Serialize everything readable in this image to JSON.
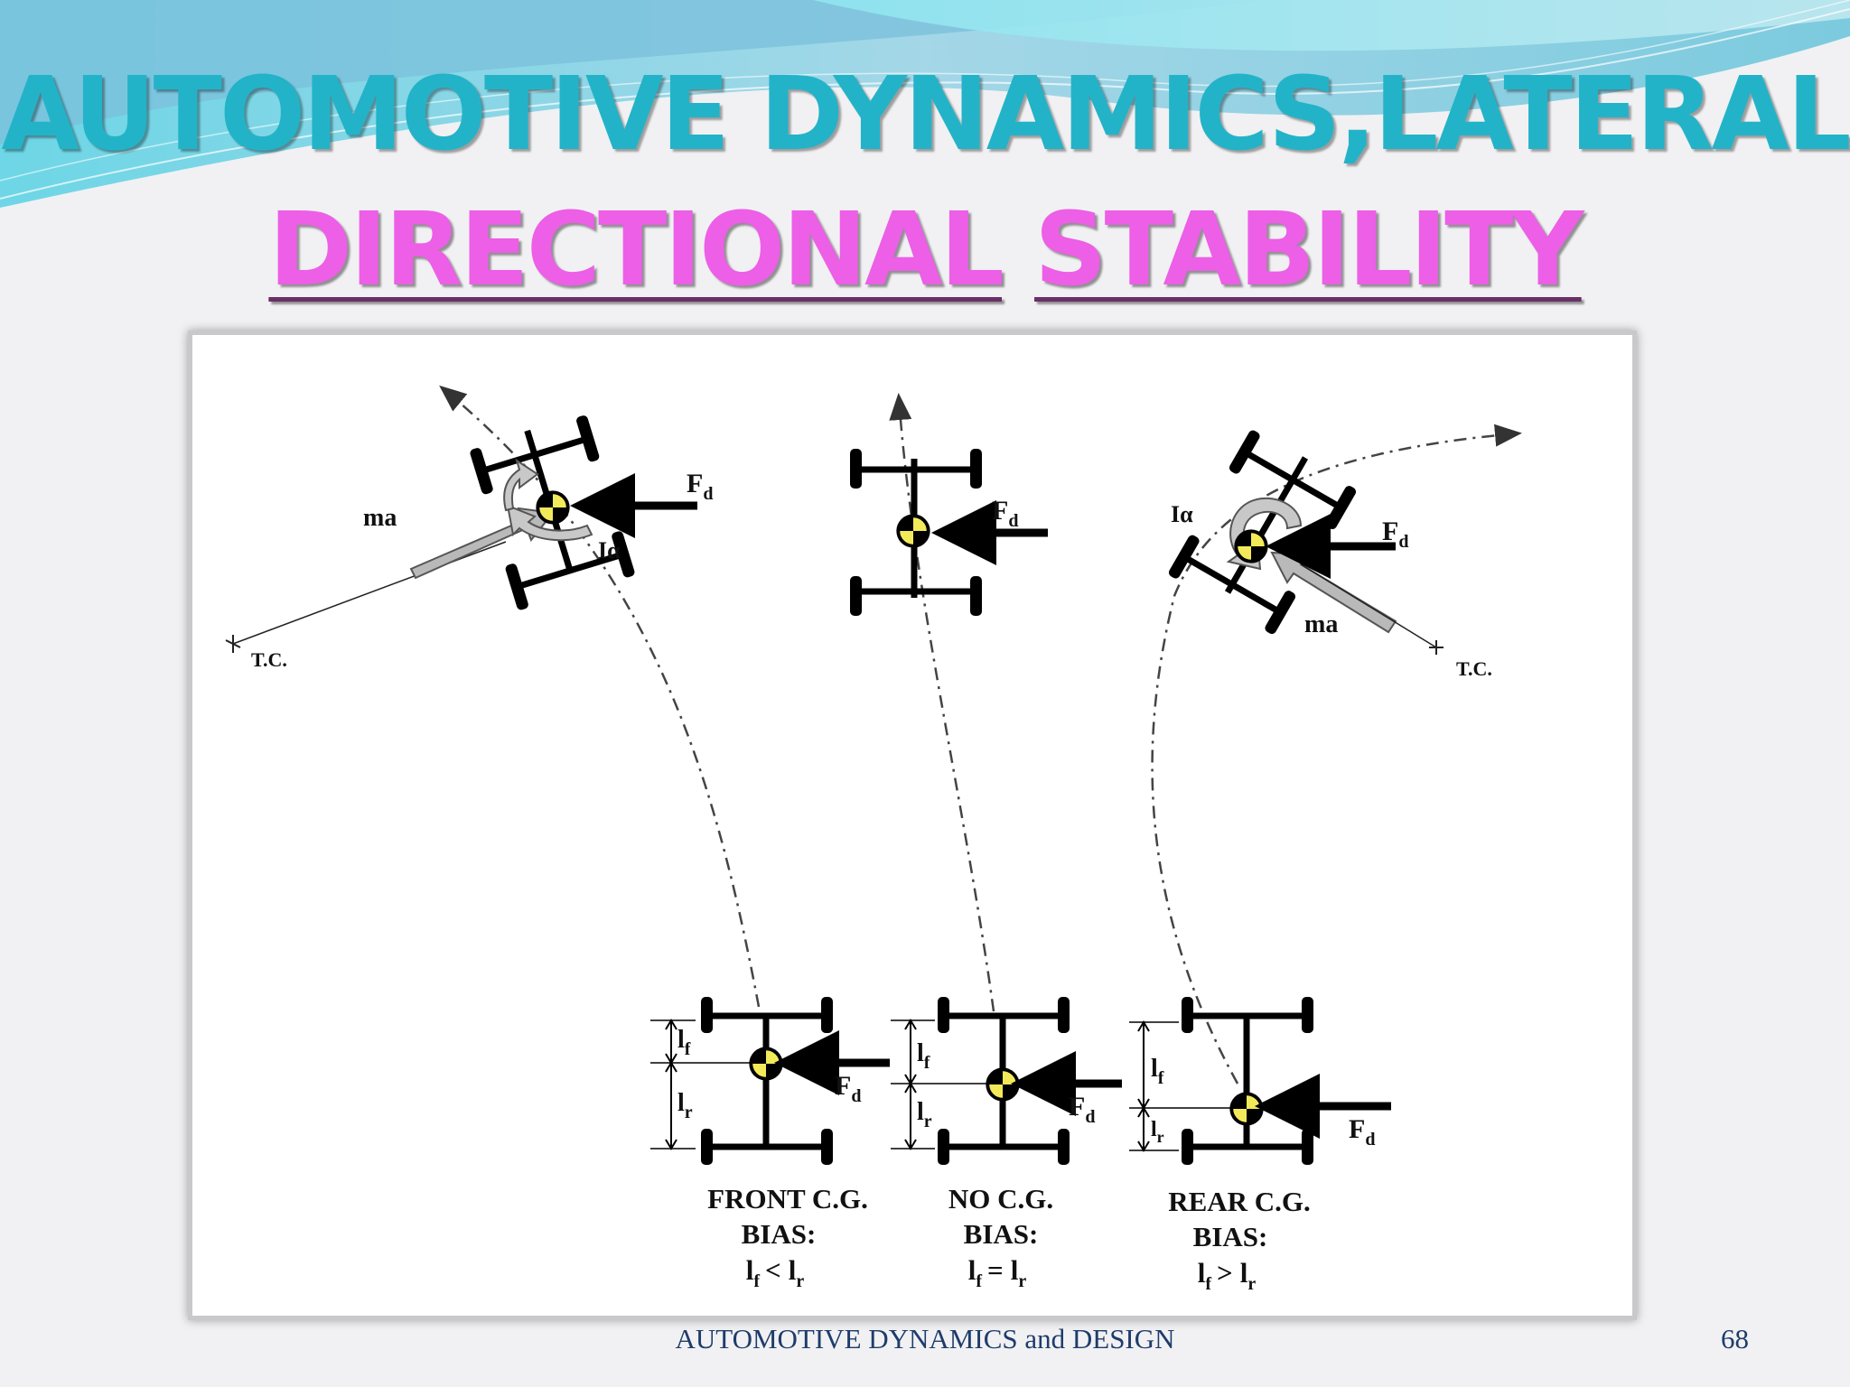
{
  "slide": {
    "title_line1": "AUTOMOTIVE DYNAMICS,LATERAL",
    "title_word1": "DIRECTIONAL",
    "title_word2": "STABILITY",
    "footer": "AUTOMOTIVE DYNAMICS and DESIGN",
    "page_number": "68"
  },
  "diagram": {
    "labels": {
      "ma": "ma",
      "i_alpha": "Iα",
      "f": "F",
      "d": "d",
      "tc": "T.C.",
      "l": "l",
      "f_sub": "f",
      "r_sub": "r"
    },
    "captions": [
      {
        "line1": "FRONT C.G.",
        "line2": "BIAS:",
        "rel": "<"
      },
      {
        "line1": "NO C.G.",
        "line2": "BIAS:",
        "rel": "="
      },
      {
        "line1": "REAR C.G.",
        "line2": "BIAS:",
        "rel": ">"
      }
    ]
  },
  "colors": {
    "title_teal": "#23b3c8",
    "title_pink": "#ec5fe6",
    "cg_yellow": "#f2ea5a"
  }
}
